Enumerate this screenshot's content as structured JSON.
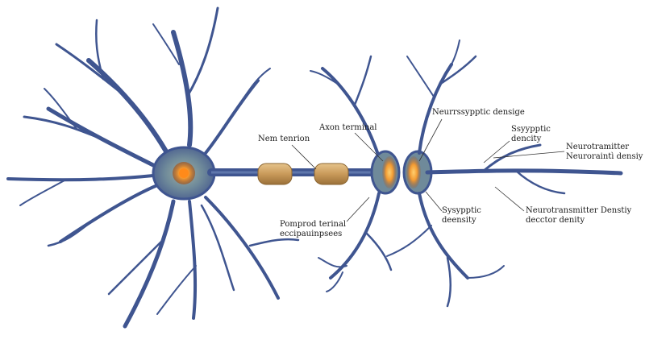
{
  "colors": {
    "membrane": "#3f5590",
    "body_fill": "#6f8a9a",
    "nucleus": "#ff8a1a",
    "myelin": "#c99a5a",
    "terminal_glow": "#f29a32",
    "leader": "#333333"
  },
  "labels": {
    "nem_tension": "Nem tenrion",
    "axon_terminal": "Axon terminal",
    "neurosynaptic": "Neurrssypptic densige",
    "synaptic_density_top": [
      "Ssyypptic",
      "dencity"
    ],
    "neurotransmitter_top": [
      "Neurotramitter",
      "Neuroraintì densiy"
    ],
    "pomprod_terminal": [
      "Pomprod terinal",
      "eccipauinpsees"
    ],
    "synaptic_density_bottom": [
      "Sysypptic",
      "deensity"
    ],
    "neurotransmitter_bottom": [
      "Neurotransmitter Denstiy",
      "decctor denity"
    ]
  }
}
